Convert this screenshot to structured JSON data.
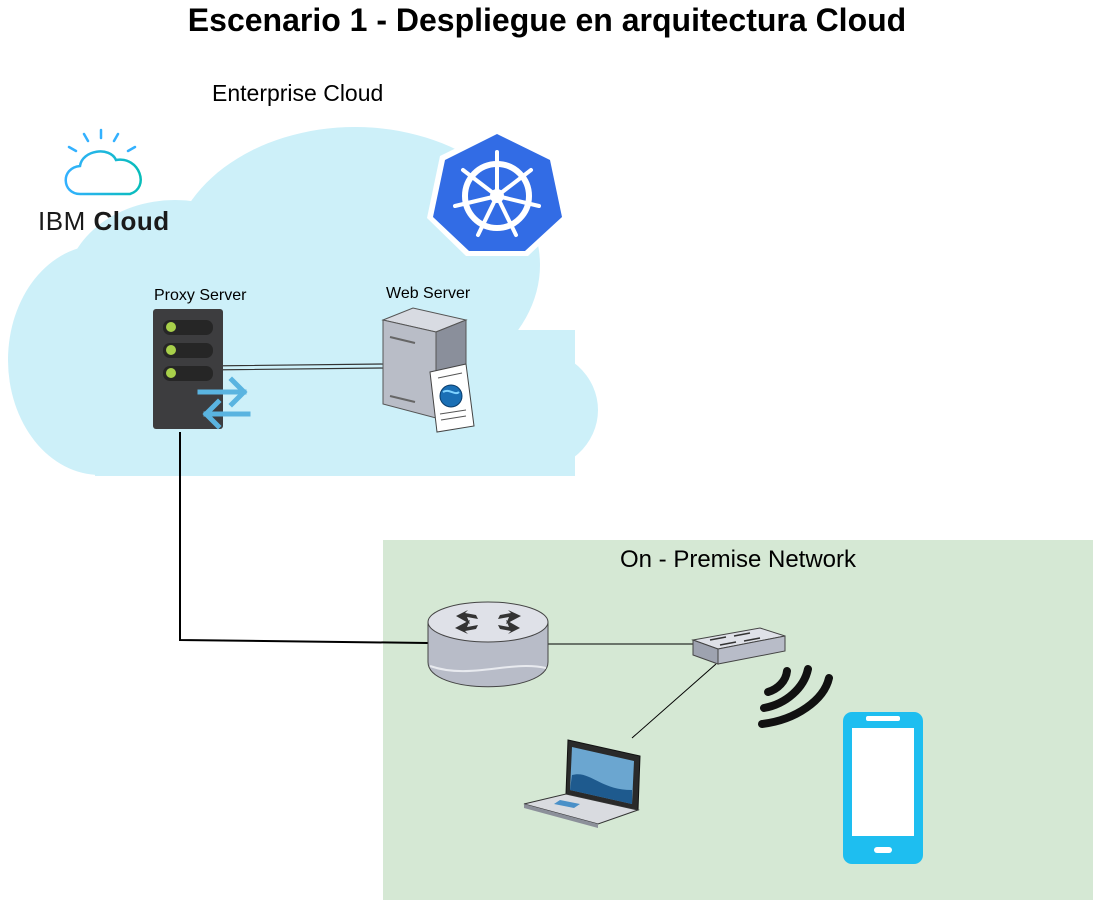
{
  "diagram": {
    "title": "Escenario 1 - Despliegue en arquitectura Cloud",
    "enterprise_cloud_label": "Enterprise Cloud",
    "ibm_cloud_logo": {
      "text_light": "IBM",
      "text_bold": "Cloud"
    },
    "proxy_server_label": "Proxy Server",
    "web_server_label": "Web Server",
    "on_premise_label": "On - Premise Network",
    "icons": [
      "ibm-cloud-logo",
      "kubernetes-icon",
      "proxy-server-icon",
      "web-server-icon",
      "router-icon",
      "network-switch-icon",
      "wifi-signal-icon",
      "laptop-icon",
      "smartphone-icon"
    ],
    "colors": {
      "cloud_fill": "#cdf0f9",
      "on_premise_fill": "#d5e8d4",
      "kubernetes_blue": "#326ce5",
      "phone_blue": "#1ebef0"
    }
  }
}
